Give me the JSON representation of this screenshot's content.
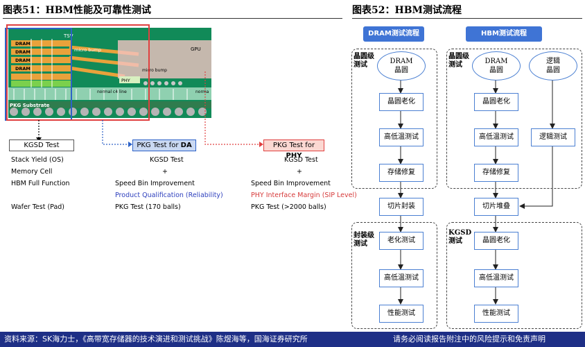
{
  "left": {
    "title": "图表51：HBM性能及可靠性测试",
    "diagram": {
      "tsv": "TSV",
      "dram": "DRAM",
      "micro_bump": "micro bump",
      "gpu": "GPU",
      "phy": "PHY",
      "micro_bump2": "micro bump",
      "normal_c4_line": "normal c4 line",
      "normal": "norma",
      "pkg_substrate": "PKG Substrate"
    },
    "boxes": {
      "kgsd": "KGSD Test",
      "da_prefix": "PKG Test for ",
      "da_bold": "DA",
      "phy_prefix": "PKG Test for ",
      "phy_bold": "PHY"
    },
    "col1": [
      "Stack Yield (OS)",
      "Memory Cell",
      "HBM Full Function",
      "Wafer Test (Pad)"
    ],
    "col2": [
      "KGSD Test",
      "+",
      "Speed Bin Improvement",
      "Product Qualification (Reliability)",
      "PKG Test (170 balls)"
    ],
    "col3": [
      "KGSD Test",
      "+",
      "Speed Bin Improvement",
      "PHY Interface Margin (SIP Level)",
      "PKG Test (>2000 balls)"
    ]
  },
  "right": {
    "title": "图表52：HBM测试流程",
    "dram_header": "DRAM测试流程",
    "hbm_header": "HBM测试流程",
    "dram_flow": {
      "wafer_level": "晶圆级\n测试",
      "wafer": "DRAM\n晶圆",
      "aging": "晶圆老化",
      "temp": "高低温测试",
      "repair": "存储修复",
      "dice": "切片封装",
      "pkg_level": "封装级\n测试",
      "pkg_aging": "老化测试",
      "pkg_temp": "高低温测试",
      "perf": "性能测试"
    },
    "hbm_flow": {
      "wafer_level": "晶圆级\n测试",
      "wafer": "DRAM\n晶圆",
      "logic_wafer": "逻辑\n晶圆",
      "aging": "晶圆老化",
      "temp": "高低温测试",
      "logic_test": "逻辑测试",
      "repair": "存储修复",
      "stack": "切片堆叠",
      "kgsd_level": "KGSD\n测试",
      "pkg_aging": "晶圆老化",
      "pkg_temp": "高低温测试",
      "perf": "性能测试"
    }
  },
  "footer": {
    "source": "资料来源：SK海力士，《高带宽存储器的技术演进和测试挑战》陈煜海等，国海证券研究所",
    "disclaimer": "请务必阅读报告附注中的风险提示和免责声明"
  },
  "colors": {
    "blue": "#2d62c8",
    "red": "#e04040",
    "header_blue": "#3f74d5",
    "footer_bg": "#1e2f86"
  }
}
